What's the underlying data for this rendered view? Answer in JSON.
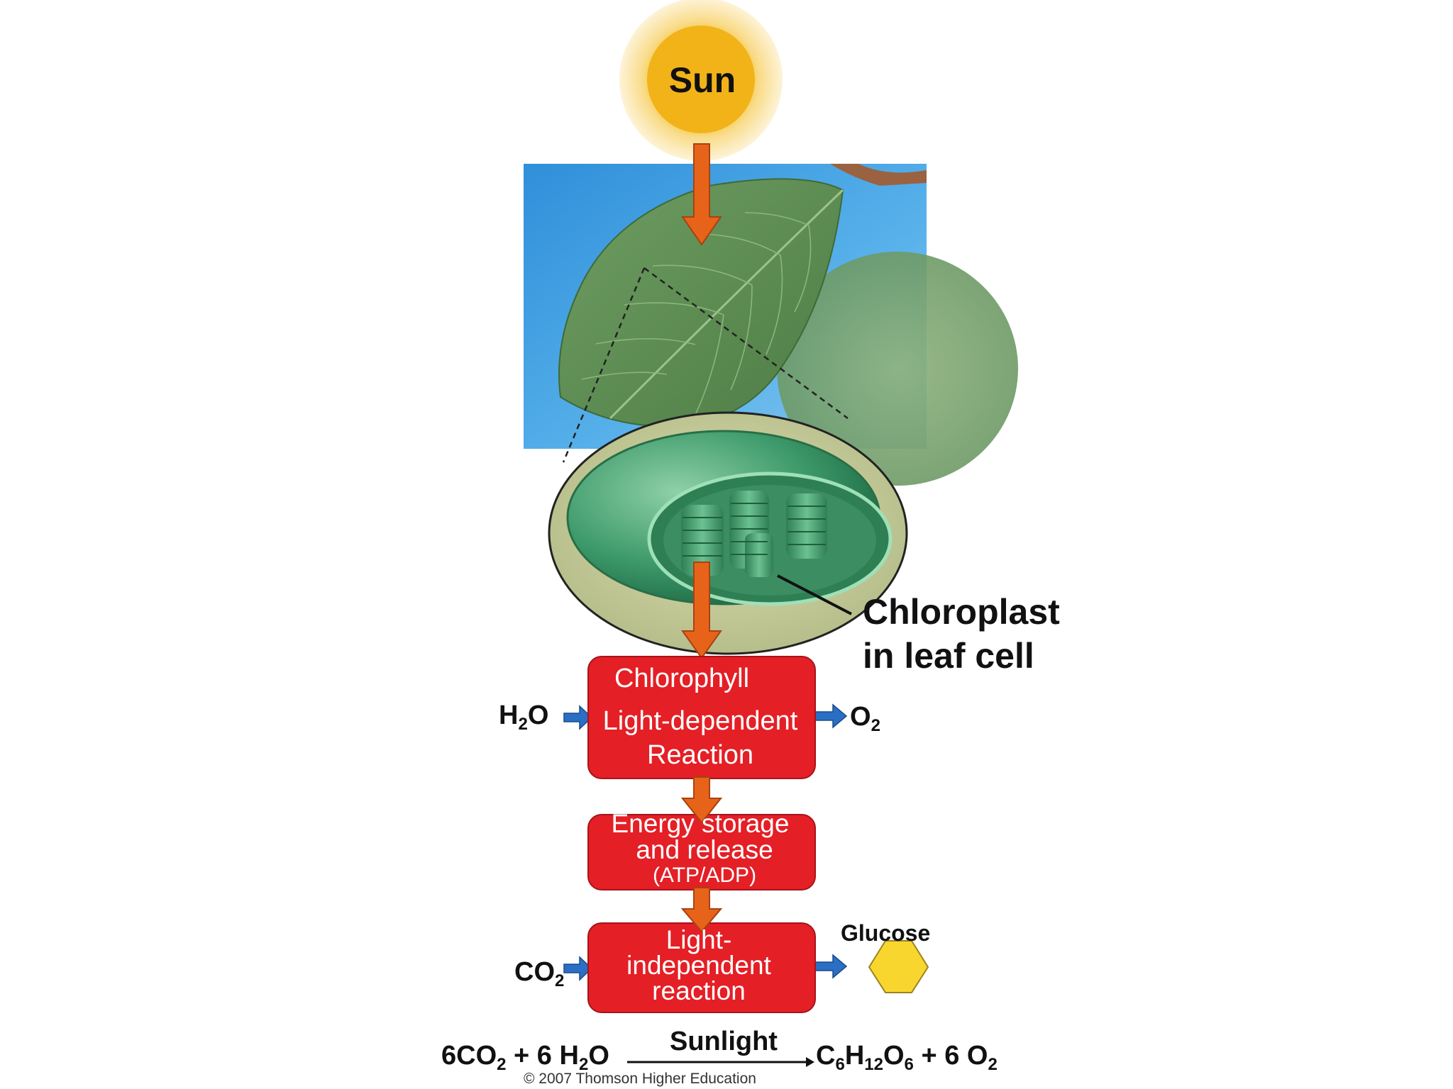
{
  "sun": {
    "label": "Sun"
  },
  "chloroplast": {
    "label_line1": "Chloroplast",
    "label_line2": "in leaf cell"
  },
  "boxes": {
    "light_dependent": {
      "line1": "Chlorophyll",
      "line2": "Light-dependent",
      "line3": "Reaction"
    },
    "energy": {
      "line1": "Energy storage",
      "line2": "and release",
      "line3": "(ATP/ADP)"
    },
    "light_independent": {
      "line1": "Light-",
      "line2": "independent",
      "line3": "reaction"
    }
  },
  "inputs_outputs": {
    "water": {
      "main": "H",
      "sub": "2",
      "tail": "O"
    },
    "oxygen": {
      "main": "O",
      "sub": "2"
    },
    "carbon_dioxide": {
      "main": "CO",
      "sub": "2"
    },
    "glucose": "Glucose"
  },
  "equation": {
    "lhs_a": "6CO",
    "lhs_a_sub": "2",
    "lhs_b": " + 6 H",
    "lhs_b_sub": "2",
    "lhs_c": "O",
    "condition": "Sunlight",
    "rhs_a": "C",
    "rhs_a_sub": "6",
    "rhs_b": "H",
    "rhs_b_sub": "12",
    "rhs_c": "O",
    "rhs_c_sub": "6",
    "rhs_d": " + 6 O",
    "rhs_d_sub": "2"
  },
  "copyright": "© 2007 Thomson Higher Education",
  "colors": {
    "box_red": "#e41f26",
    "arrow_orange": "#e8631a",
    "arrow_blue": "#2a6fc4",
    "sun_yellow": "#f2b318",
    "glucose_yellow": "#f9d62e",
    "sky_blue": "#3e9ee0",
    "leaf_green": "#5b8c52"
  }
}
